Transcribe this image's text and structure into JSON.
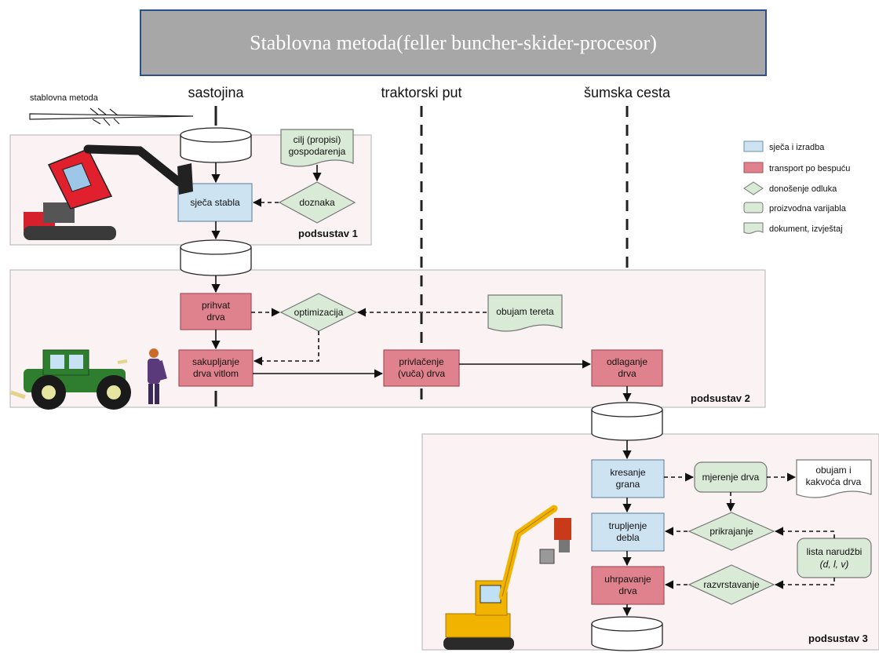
{
  "title": "Stablovna metoda(feller buncher-skider-procesor)",
  "columns": {
    "sastojina": "sastojina",
    "traktorski_put": "traktorski put",
    "sumska_cesta": "šumska cesta"
  },
  "method_label": "stablovna metoda",
  "legend": [
    {
      "shape": "blue-rect",
      "label": "sječa i izradba"
    },
    {
      "shape": "red-rect",
      "label": "transport po bespuću"
    },
    {
      "shape": "diamond",
      "label": "donošenje odluka"
    },
    {
      "shape": "rounded-rect",
      "label": "proizvodna varijabla"
    },
    {
      "shape": "document",
      "label": "dokument, izvještaj"
    }
  ],
  "subsystems": {
    "s1": "podsustav 1",
    "s2": "podsustav 2",
    "s3": "podsustav 3"
  },
  "nodes": {
    "cilj": [
      "cilj (propisi)",
      "gospodarenja"
    ],
    "doznaka": "doznaka",
    "sjeca_stabla": "sječa stabla",
    "prihvat": [
      "prihvat",
      "drva"
    ],
    "optimizacija": "optimizacija",
    "obujam_tereta": "obujam tereta",
    "sakupljanje": [
      "sakupljanje",
      "drva vitlom"
    ],
    "privlacenje": [
      "privlačenje",
      "(vuča) drva"
    ],
    "odlaganje": [
      "odlaganje",
      "drva"
    ],
    "kresanje": [
      "kresanje",
      "grana"
    ],
    "mjerenje": "mjerenje drva",
    "obujam_kakvoca": [
      "obujam i",
      "kakvoća  drva"
    ],
    "prikrajanje": "prikrajanje",
    "trupljenje": [
      "trupljenje",
      "debla"
    ],
    "lista": [
      "lista narudžbi",
      "(d, l, v)"
    ],
    "razvrstavanje": "razvrstavanje",
    "uhrpavanje": [
      "uhrpavanje",
      "drva"
    ]
  },
  "colors": {
    "blue_fill": "#cde3f2",
    "red_fill": "#e0828d",
    "green_fill": "#d9ead6",
    "panel_fill": "#fbf2f4",
    "title_bg": "#a7a7a7",
    "title_border": "#2b4f8a"
  }
}
